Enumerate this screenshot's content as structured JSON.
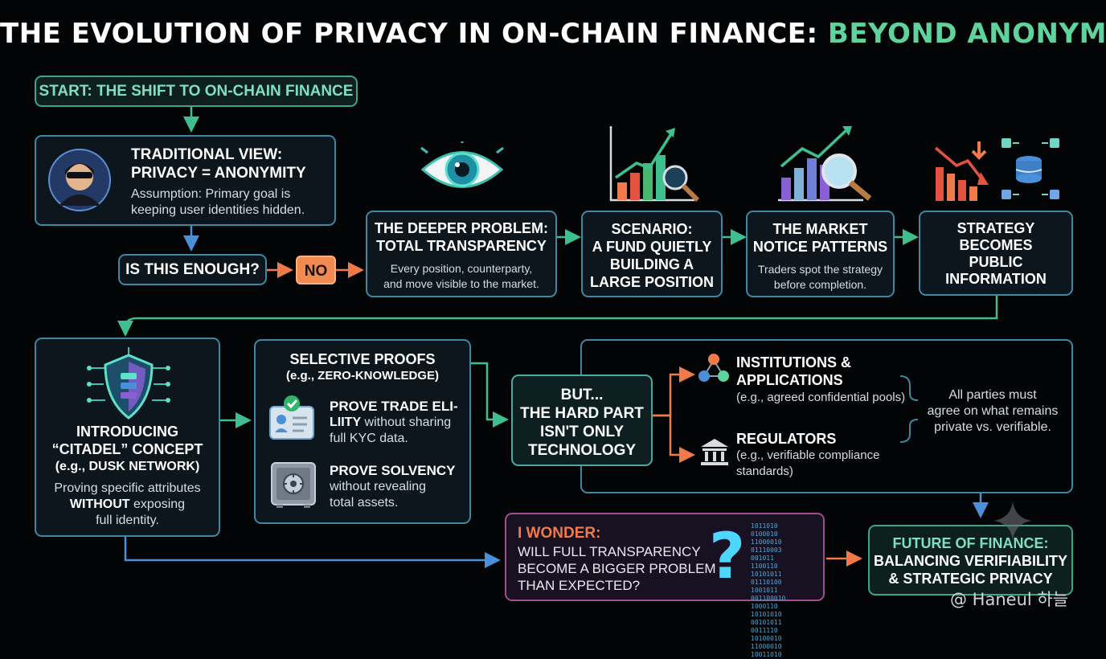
{
  "title": {
    "main": "THE EVOLUTION OF PRIVACY IN ON-CHAIN FINANCE:",
    "highlight": "BEYOND ANONYMITY"
  },
  "start": "START: THE SHIFT TO ON-CHAIN FINANCE",
  "traditional": {
    "heading_line1": "TRADITIONAL VIEW:",
    "heading_line2": "PRIVACY = ANONYMITY",
    "body_line1": "Assumption: Primary goal is",
    "body_line2": "keeping user identities hidden."
  },
  "question": "IS THIS ENOUGH?",
  "no_label": "NO",
  "deeper": {
    "heading_line1": "THE DEEPER PROBLEM:",
    "heading_line2": "TOTAL TRANSPARENCY",
    "body_line1": "Every position, counterparty,",
    "body_line2": "and move visible to the market."
  },
  "scenario": {
    "line1": "SCENARIO:",
    "line2": "A FUND QUIETLY",
    "line3": "BUILDING A",
    "line4": "LARGE POSITION"
  },
  "market": {
    "heading_line1": "THE MARKET",
    "heading_line2": "NOTICE PATTERNS",
    "body_line1": "Traders spot the strategy",
    "body_line2": "before completion."
  },
  "strategy": {
    "line1": "STRATEGY",
    "line2": "BECOMES",
    "line3": "PUBLIC",
    "line4": "INFORMATION"
  },
  "citadel": {
    "heading_line1": "INTRODUCING",
    "heading_line2": "“CITADEL” CONCEPT",
    "heading_line3": "(e.g., DUSK NETWORK)",
    "body_line1": "Proving specific attributes",
    "body_bold": "WITHOUT",
    "body_line2_rest": " exposing",
    "body_line3": "full identity."
  },
  "selective": {
    "heading": "SELECTIVE PROOFS",
    "subheading": "(e.g., ZERO-KNOWLEDGE)",
    "item1_bold": "PROVE TRADE ELI-",
    "item1_line2_bold": "LIITY",
    "item1_line2_rest": " without sharing",
    "item1_line3": "full KYC data.",
    "item2_bold": "PROVE SOLVENCY",
    "item2_line2": "without revealing",
    "item2_line3": "total assets."
  },
  "hardpart": {
    "line1": "BUT...",
    "line2": "THE HARD PART",
    "line3": "ISN'T ONLY",
    "line4": "TECHNOLOGY"
  },
  "institutions": {
    "heading_line1": "INSTITUTIONS &",
    "heading_line2": "APPLICATIONS",
    "body": "(e.g., agreed confidential pools)"
  },
  "regulators": {
    "heading": "REGULATORS",
    "body_line1": "(e.g., verifiable compliance",
    "body_line2": "standards)"
  },
  "agree": {
    "line1": "All parties must",
    "line2": "agree on what remains",
    "line3": "private vs. verifiable."
  },
  "wonder": {
    "heading": "I WONDER:",
    "line1": "WILL FULL TRANSPARENCY",
    "line2": "BECOME A BIGGER PROBLEM",
    "line3": "THAN EXPECTED?"
  },
  "future": {
    "line1": "FUTURE OF FINANCE:",
    "line2": "BALANCING VERIFIABILITY",
    "line3": "& STRATEGIC PRIVACY"
  },
  "binary": [
    "1011010",
    "0100010",
    "11000010",
    "01110003",
    "001011",
    "1100110",
    "10101011",
    "01110100",
    "1001011",
    "001100010",
    "1000110",
    "10101010",
    "00101011",
    "0011110",
    "10100010",
    "11000010",
    "10011010"
  ],
  "watermark": "@ Haneul 하늘",
  "colors": {
    "accent_green": "#5fd39b",
    "box_border": "#3f88a4",
    "arrow_green": "#3fbf8f",
    "arrow_orange": "#f07a4a",
    "arrow_blue": "#4a90d9",
    "question_mark": "#4fd6ff",
    "no_button": "#f08a4f"
  }
}
